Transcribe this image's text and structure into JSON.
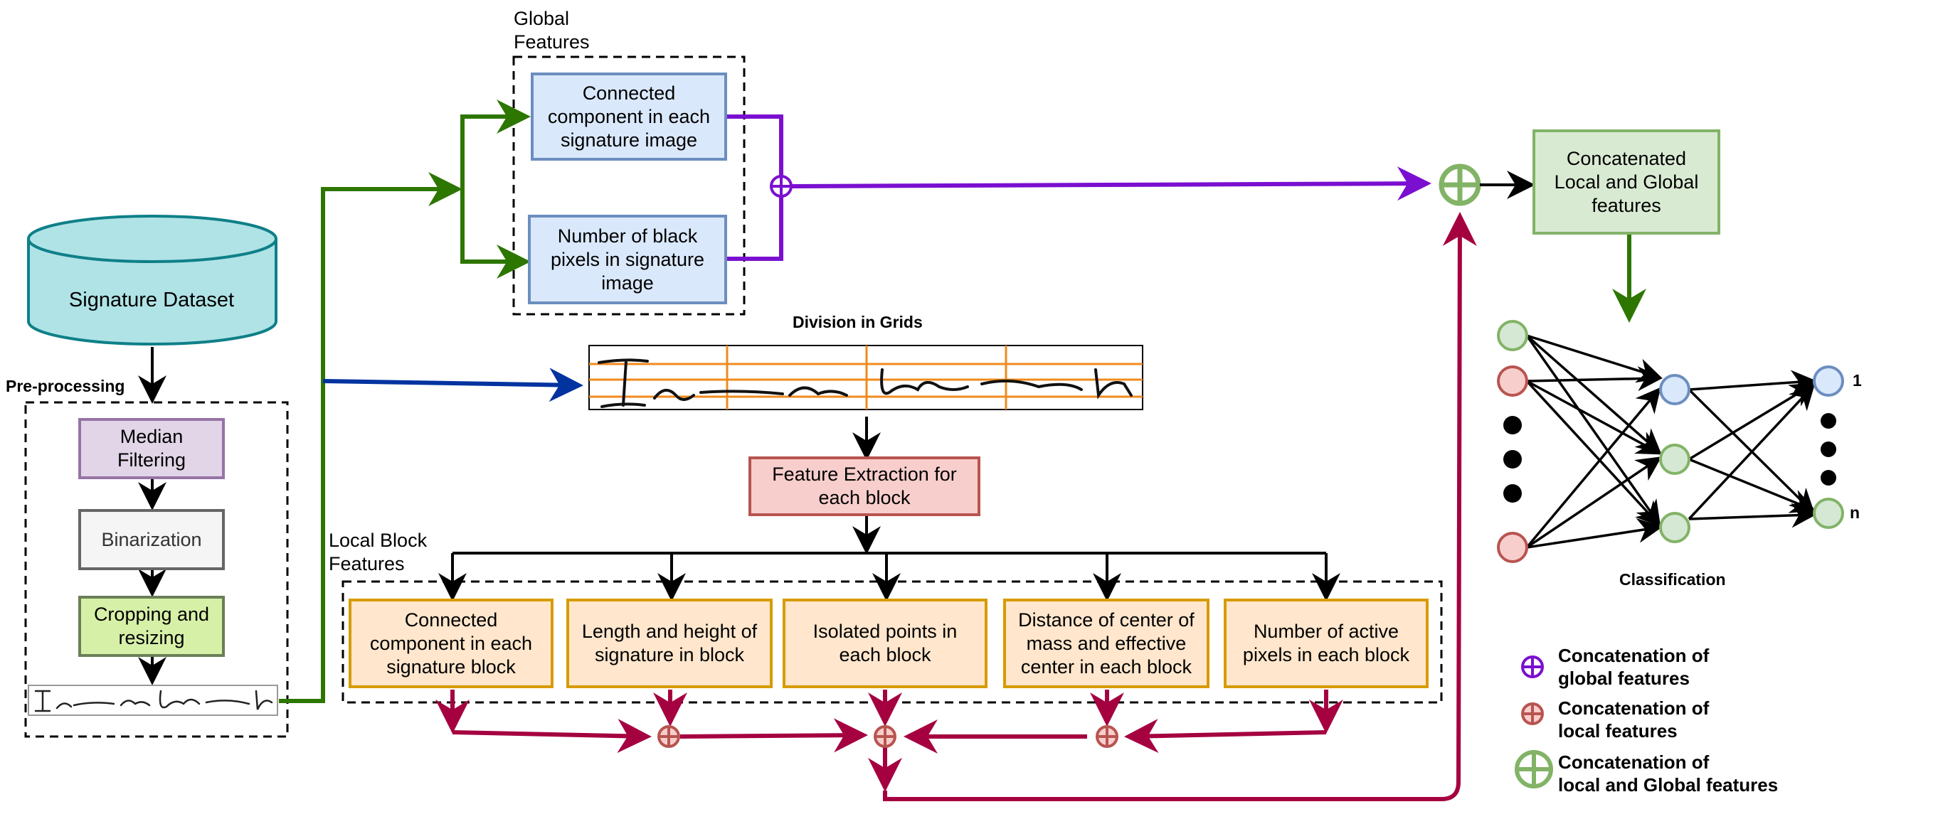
{
  "dataset": {
    "label": "Signature Dataset"
  },
  "preprocessing": {
    "title": "Pre-processing",
    "steps": [
      "Median\nFiltering",
      "Binarization",
      "Cropping and\nresizing"
    ]
  },
  "global": {
    "title": "Global\nFeatures",
    "features": [
      "Connected\ncomponent in each\nsignature image",
      "Number of black\npixels in signature\nimage"
    ]
  },
  "grids": {
    "title": "Division in Grids",
    "signature_text": "I am Umarh"
  },
  "extraction": {
    "label": "Feature Extraction for\neach block"
  },
  "local": {
    "title": "Local Block\nFeatures",
    "features": [
      "Connected\ncomponent in each\nsignature block",
      "Length and height of\nsignature in block",
      "Isolated points in\neach block",
      "Distance of center of\nmass and effective\ncenter in each block",
      "Number of active\npixels in each block"
    ]
  },
  "concatenated": {
    "label": "Concatenated\nLocal and Global\nfeatures"
  },
  "classification": {
    "title": "Classification",
    "output_first": "1",
    "output_last": "n"
  },
  "legend": [
    {
      "text": "Concatenation of\nglobal features",
      "color": "#7a0fd0"
    },
    {
      "text": "Concatenation of\nlocal features",
      "color": "#b85450"
    },
    {
      "text": "Concatenation of\nlocal and Global features",
      "color": "#82b366"
    }
  ],
  "colors": {
    "green_arrow": "#2d7600",
    "purple_arrow": "#7a0fd0",
    "blue_arrow": "#0033a0",
    "crimson_arrow": "#a50040",
    "grid_line": "#f08a1c"
  }
}
